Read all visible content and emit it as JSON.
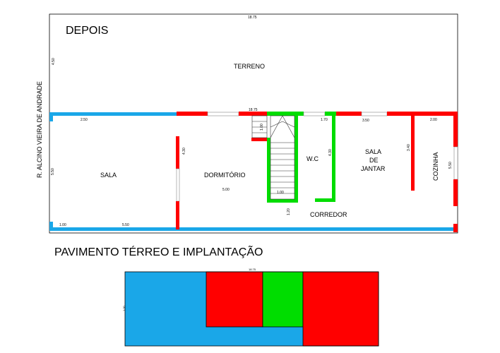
{
  "plan": {
    "title": "DEPOIS",
    "street": "R. ALCINO VIEIRA DE ANDRADE",
    "caption": "PAVIMENTO TÉRREO E IMPLANTAÇÃO",
    "rooms": {
      "terreno": "TERRENO",
      "sala": "SALA",
      "dormitorio": "DORMITÓRIO",
      "wc": "W.C",
      "sala_jantar_1": "SALA",
      "sala_jantar_2": "DE",
      "sala_jantar_3": "JANTAR",
      "cozinha": "COZINHA",
      "corredor": "CORREDOR"
    },
    "dimensions": {
      "top_total": "18.75",
      "terreno_height": "4.50",
      "wall_line_total": "18.75",
      "sala_width": "2.50",
      "sala_height": "5.50",
      "stair_small": "1.00",
      "dormitorio_height": "4.30",
      "dormitorio_width": "5.00",
      "stair_bottom": "1.00",
      "corredor_width": "1.20",
      "wc_width": "1.70",
      "wc_height": "4.30",
      "jantar_width": "3.50",
      "jantar_height": "3.40",
      "cozinha_width": "2.00",
      "cozinha_height": "5.50",
      "bottom_left": "1.00",
      "bottom_mid": "5.50"
    }
  },
  "site": {
    "width_label": "18.75",
    "height_label": "1.00"
  },
  "colors": {
    "existing_blue": "#1aa7e8",
    "new_red": "#ff0000",
    "wc_green": "#00dd00",
    "outline": "#000000"
  }
}
